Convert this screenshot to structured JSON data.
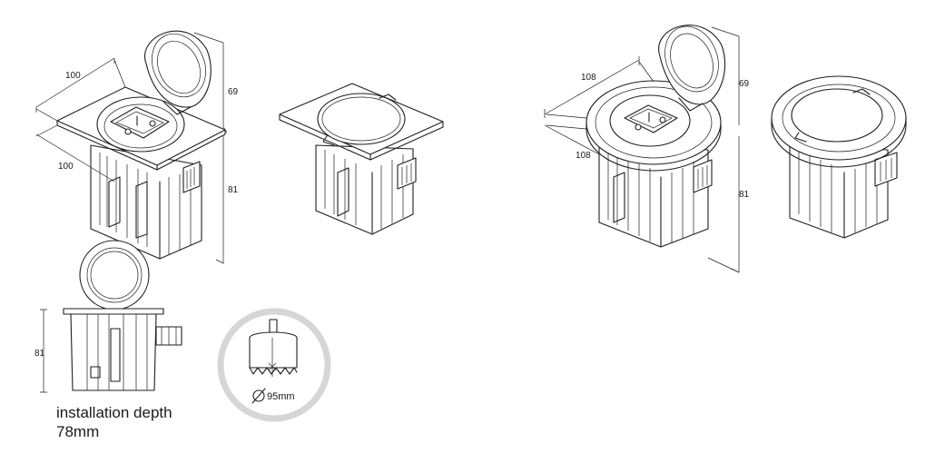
{
  "square_socket": {
    "dim_width": "100",
    "dim_depth": "100",
    "dim_lid": "69",
    "dim_body": "81"
  },
  "round_socket": {
    "dim_width": "108",
    "dim_depth": "108",
    "dim_lid": "69",
    "dim_body": "81"
  },
  "side_view": {
    "dim_height": "81",
    "caption_line1": "installation depth",
    "caption_line2": "78mm"
  },
  "hole_saw": {
    "diameter_label": "95mm"
  }
}
